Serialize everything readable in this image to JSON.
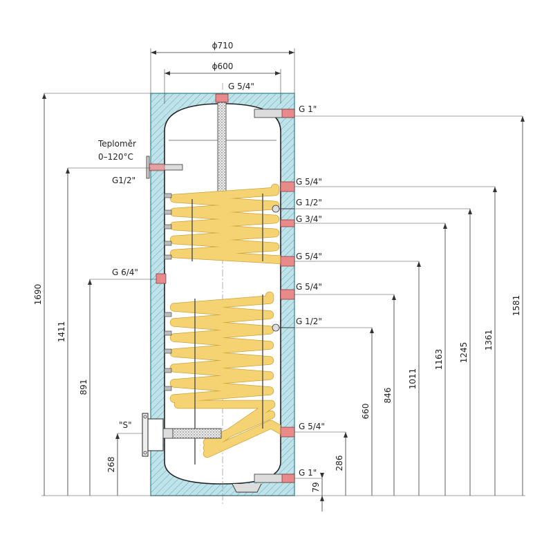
{
  "dimensions": {
    "outer_diameter": "ϕ710",
    "inner_diameter": "ϕ600",
    "heights": [
      "1690",
      "1411",
      "891",
      "268",
      "79",
      "286",
      "660",
      "846",
      "1011",
      "1163",
      "1245",
      "1361",
      "1581"
    ]
  },
  "labels": {
    "top_conn": "G 5/4\"",
    "thermometer_title": "Teploměr",
    "thermometer_range": "0–120°C",
    "thermometer_conn": "G1/2\"",
    "left_conn": "G 6/4\"",
    "sensor": "\"S\"",
    "right_conns": [
      "G 1\"",
      "G 5/4\"",
      "G 1/2\"",
      "G 3/4\"",
      "G 5/4\"",
      "G 5/4\"",
      "G 1/2\"",
      "G 5/4\"",
      "G 1\""
    ]
  },
  "colors": {
    "insulation": "#8ecfd8",
    "coil": "#f5d372",
    "connector": "#e98a8a"
  }
}
